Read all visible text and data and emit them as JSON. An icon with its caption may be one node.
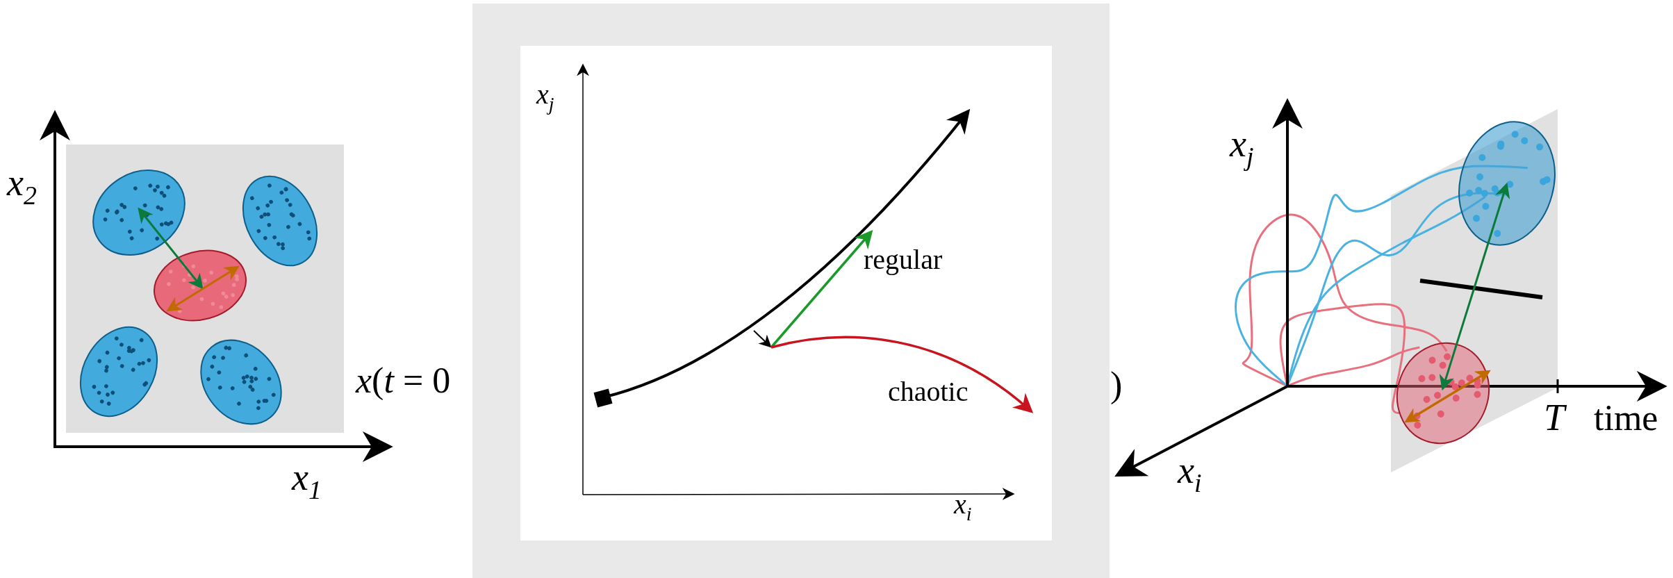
{
  "diagram": {
    "labels": [
      "*x*$_{2}$",
      "*x*$_{1}$",
      "*x*(*t* = 0",
      "*x*$_{j}$",
      "regular",
      "chaotic",
      "*x*$_{i}$",
      ")",
      "*x*$_{j}$",
      "T",
      "time",
      "*x*$_{i}$"
    ]
  }
}
